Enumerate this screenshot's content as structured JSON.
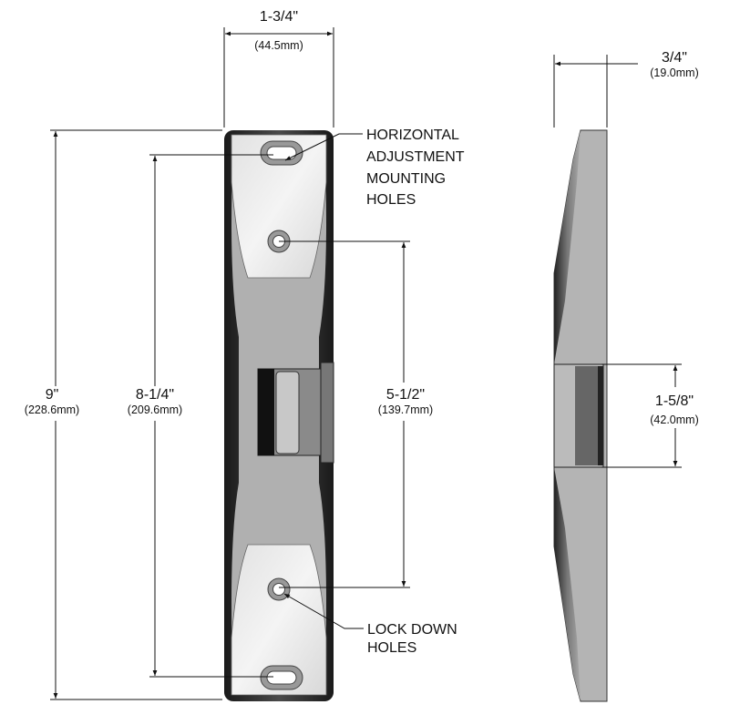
{
  "dimensions": {
    "front_width": {
      "imperial": "1-3/4\"",
      "metric": "(44.5mm)"
    },
    "overall_height": {
      "imperial": "9\"",
      "metric": "(228.6mm)"
    },
    "horizontal_hole_spacing": {
      "imperial": "8-1/4\"",
      "metric": "(209.6mm)"
    },
    "lockdown_hole_spacing": {
      "imperial": "5-1/2\"",
      "metric": "(139.7mm)"
    },
    "depth": {
      "imperial": "3/4\"",
      "metric": "(19.0mm)"
    },
    "keeper_height": {
      "imperial": "1-5/8\"",
      "metric": "(42.0mm)"
    }
  },
  "callouts": {
    "horizontal": [
      "HORIZONTAL",
      "ADJUSTMENT",
      "MOUNTING",
      "HOLES"
    ],
    "lockdown": [
      "LOCK DOWN",
      "HOLES"
    ]
  }
}
